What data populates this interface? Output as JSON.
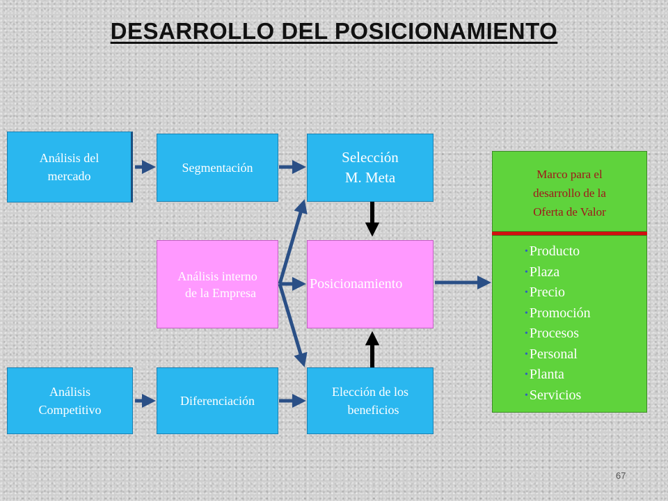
{
  "title": "DESARROLLO DEL POSICIONAMIENTO",
  "boxes": {
    "mercado": "Análisis del\nmercado",
    "segmentacion": "Segmentación",
    "seleccion": "Selección\nM. Meta",
    "interno": "Análisis interno\n  de la Empresa",
    "posicionamiento": "Posicionamiento",
    "competitivo": "Análisis\nCompetitivo",
    "diferenciacion": "Diferenciación",
    "beneficios": "Elección de los\n  beneficios"
  },
  "marco": {
    "title": "Marco para el\ndesarrollo de la\nOferta de Valor",
    "items": [
      "Producto",
      "Plaza",
      "Precio",
      "Promoción",
      "Procesos",
      "Personal",
      "Planta",
      "Servicios"
    ]
  },
  "page_number": "67",
  "colors": {
    "blue_box": "#2ab7ef",
    "pink_box": "#ff99ff",
    "green_box": "#5fd33c",
    "arrow_blue": "#2a4f86",
    "arrow_black": "#000000",
    "marco_text": "#a0161a"
  }
}
